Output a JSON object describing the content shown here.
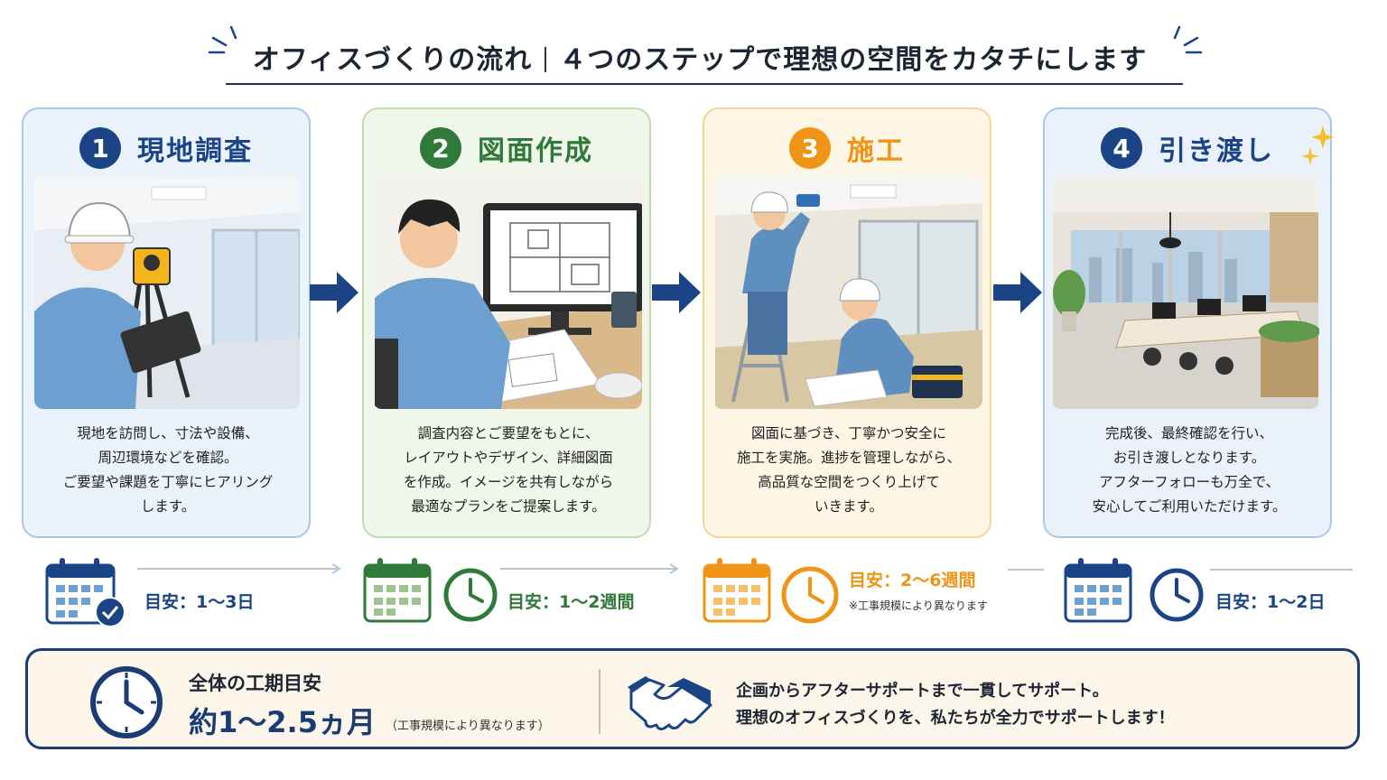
{
  "header": {
    "title_left": "オフィスづくりの流れ",
    "title_right": "４つのステップで理想の空間をカタチにします"
  },
  "colors": {
    "navy": "#1b4486",
    "green": "#2f7a3a",
    "orange": "#ef9414"
  },
  "steps": [
    {
      "number": "1",
      "title": "現地調査",
      "description": [
        "現地を訪問し、寸法や設備、",
        "周辺環境などを確認。",
        "ご要望や課題を丁寧にヒアリング",
        "します。"
      ]
    },
    {
      "number": "2",
      "title": "図面作成",
      "description": [
        "調査内容とご要望をもとに、",
        "レイアウトやデザイン、詳細図面",
        "を作成。イメージを共有しながら",
        "最適なプランをご提案します。"
      ]
    },
    {
      "number": "3",
      "title": "施工",
      "description": [
        "図面に基づき、丁寧かつ安全に",
        "施工を実施。進捗を管理しながら、",
        "高品質な空間をつくり上げて",
        "いきます。"
      ]
    },
    {
      "number": "4",
      "title": "引き渡し",
      "description": [
        "完成後、最終確認を行い、",
        "お引き渡しとなります。",
        "アフターフォローも万全で、",
        "安心してご利用いただけます。"
      ]
    }
  ],
  "timeline": [
    {
      "duration": "目安：1～3日"
    },
    {
      "duration": "目安：1～2週間"
    },
    {
      "duration": "目安：2～6週間",
      "note": "※工事規模により異なります"
    },
    {
      "duration": "目安：1～2日"
    }
  ],
  "summary": {
    "title": "全体の工期目安",
    "value": "約1～2.5ヵ月",
    "note": "（工事規模により異なります）",
    "message": [
      "企画からアフターサポートまで一貫してサポート。",
      "理想のオフィスづくりを、私たちが全力でサポートします！"
    ]
  }
}
